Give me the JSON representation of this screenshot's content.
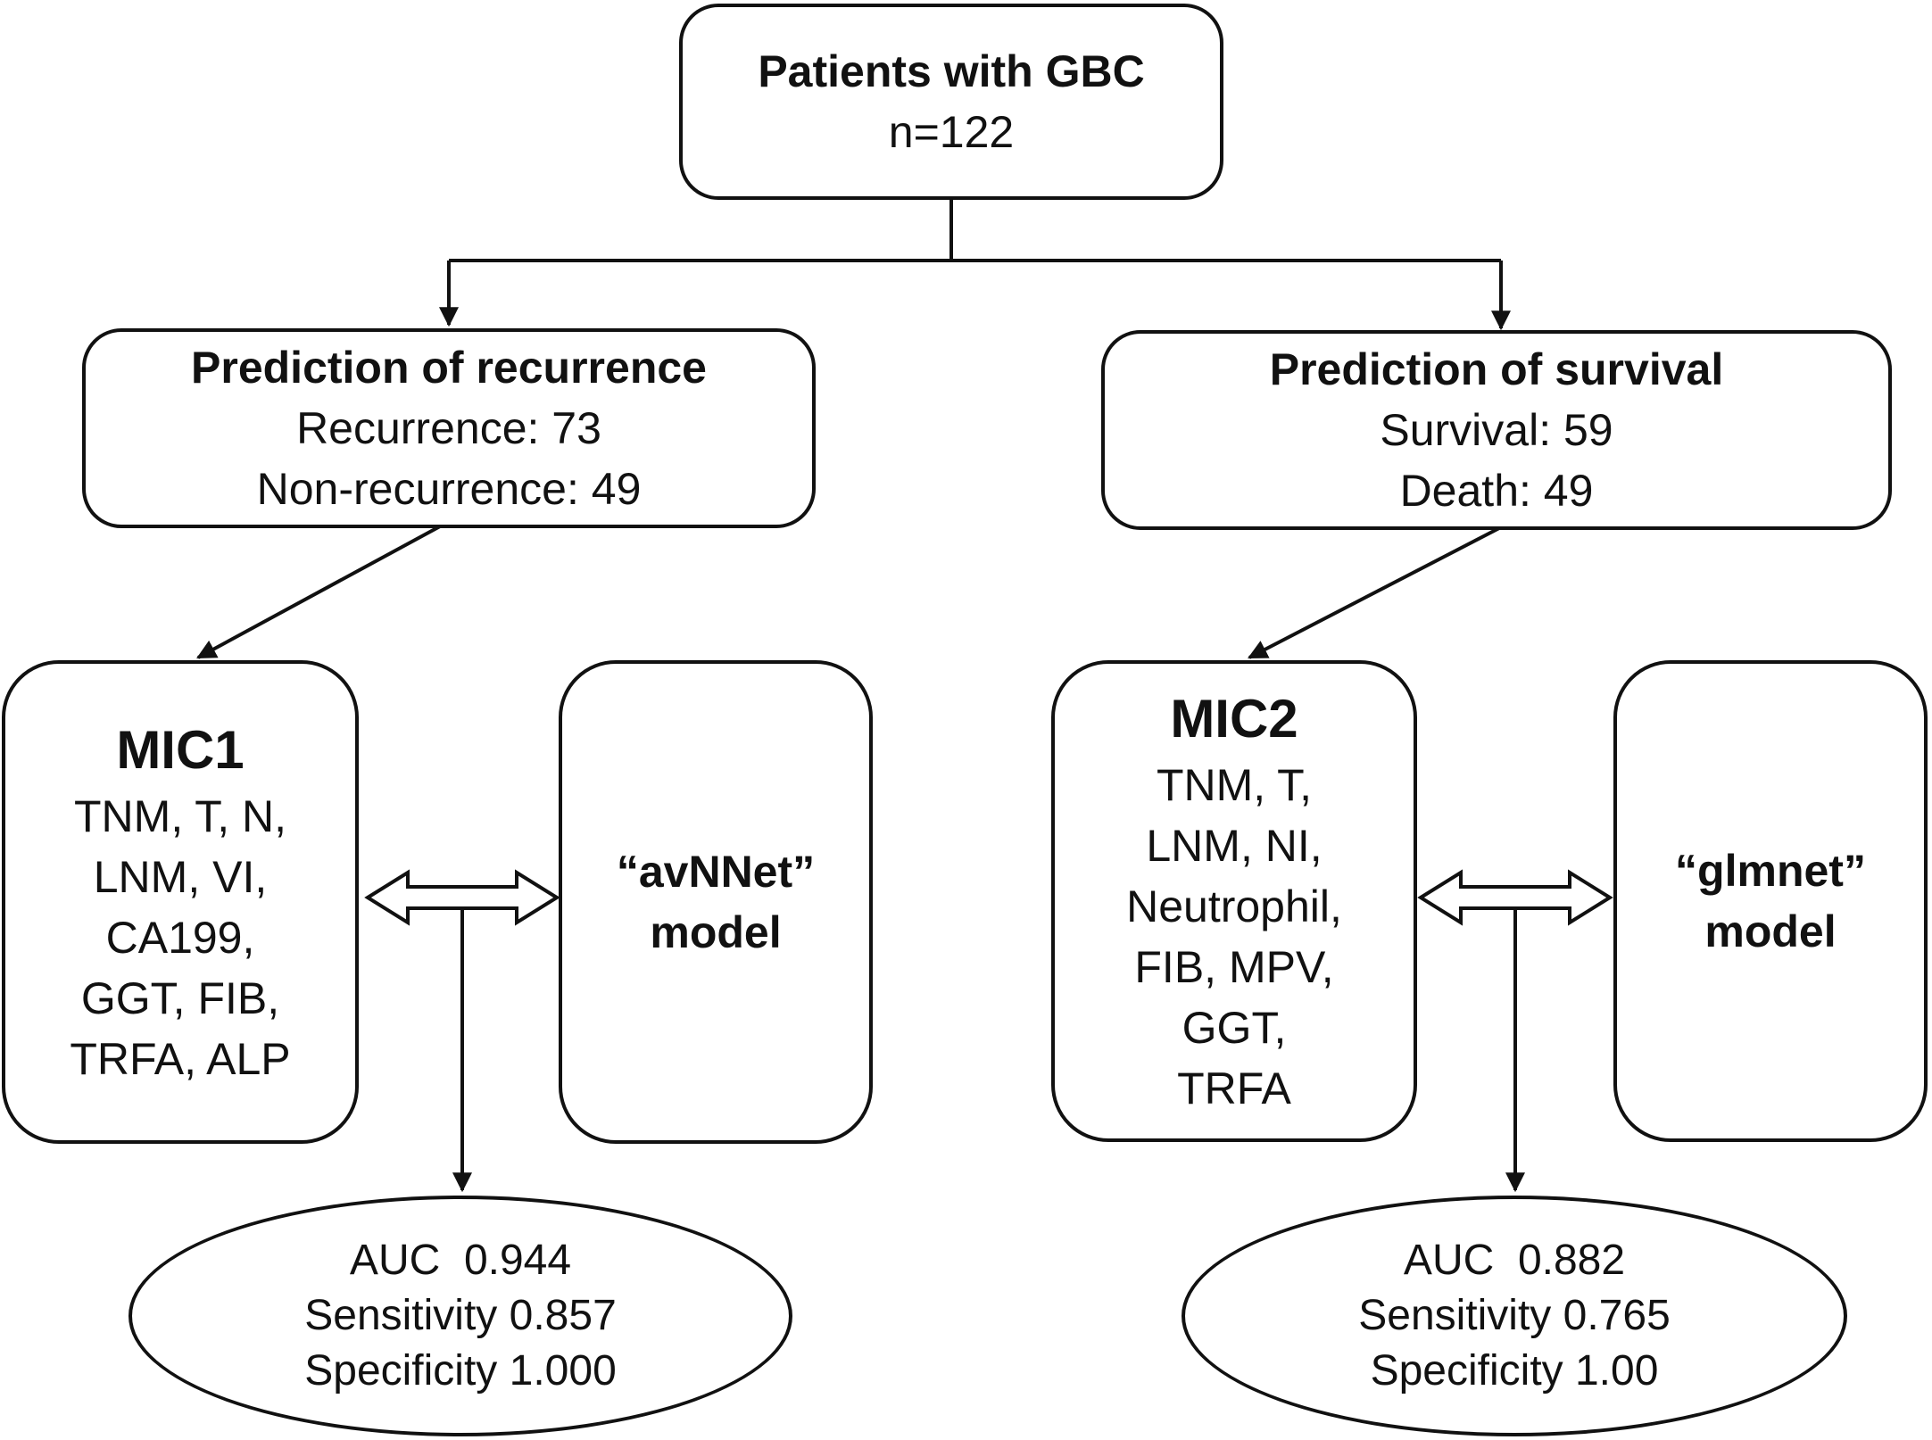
{
  "root": {
    "title": "Patients with GBC",
    "count": "n=122"
  },
  "recurrence": {
    "title": "Prediction of recurrence",
    "lines": [
      "Recurrence: 73",
      "Non-recurrence: 49"
    ],
    "features": {
      "title": "MIC1",
      "lines": [
        "TNM, T, N,",
        "LNM, VI,",
        "CA199,",
        "GGT, FIB,",
        "TRFA, ALP"
      ]
    },
    "model": {
      "lines": [
        "“avNNet”",
        "model"
      ]
    },
    "metrics": {
      "lines": [
        "AUC  0.944",
        "Sensitivity 0.857",
        "Specificity 1.000"
      ]
    }
  },
  "survival": {
    "title": "Prediction of survival",
    "lines": [
      "Survival: 59",
      "Death: 49"
    ],
    "features": {
      "title": "MIC2",
      "lines": [
        "TNM, T,",
        "LNM, NI,",
        "Neutrophil,",
        "FIB, MPV,",
        "GGT,",
        "TRFA"
      ]
    },
    "model": {
      "lines": [
        "“glmnet”",
        "model"
      ]
    },
    "metrics": {
      "lines": [
        "AUC  0.882",
        "Sensitivity 0.765",
        "Specificity 1.00"
      ]
    }
  },
  "colors": {
    "stroke": "#111111",
    "background": "#ffffff"
  }
}
